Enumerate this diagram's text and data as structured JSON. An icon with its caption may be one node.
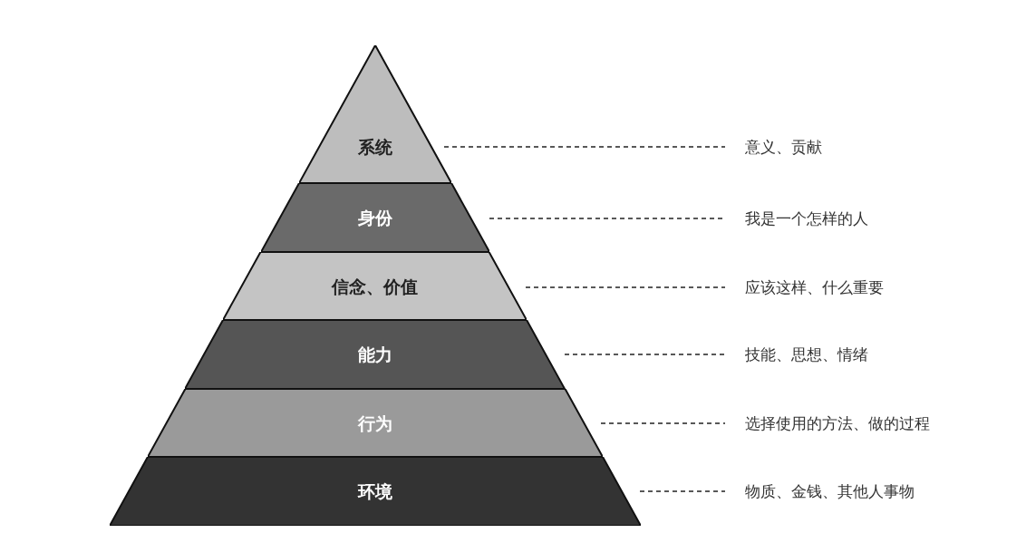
{
  "diagram": {
    "nodes": [
      {
        "text": [
          "系统"
        ]
      },
      {
        "text": [
          "身份"
        ]
      },
      {
        "text": [
          "信念、价值"
        ]
      },
      {
        "text": [
          "能力"
        ]
      },
      {
        "text": [
          "行为"
        ]
      },
      {
        "text": [
          "环境"
        ]
      },
      {
        "text": [
          "意义、贡献"
        ]
      },
      {
        "text": [
          "我是一个怎样的人"
        ]
      },
      {
        "text": [
          "应该这样、什么重要"
        ]
      },
      {
        "text": [
          "技能、思想、情绪"
        ]
      },
      {
        "text": [
          "选择使用的方法、做的过程"
        ]
      },
      {
        "text": [
          "物质、金钱、其他人事物"
        ]
      }
    ],
    "edges": [
      {
        "from": 0,
        "to": 6,
        "arrow": "none",
        "style": "dashed"
      },
      {
        "from": 1,
        "to": 7,
        "arrow": "none",
        "style": "dashed"
      },
      {
        "from": 2,
        "to": 8,
        "arrow": "none",
        "style": "dashed"
      },
      {
        "from": 3,
        "to": 9,
        "arrow": "none",
        "style": "dashed"
      },
      {
        "from": 4,
        "to": 10,
        "arrow": "none",
        "style": "dashed"
      },
      {
        "from": 5,
        "to": 11,
        "arrow": "none",
        "style": "dashed"
      }
    ]
  }
}
